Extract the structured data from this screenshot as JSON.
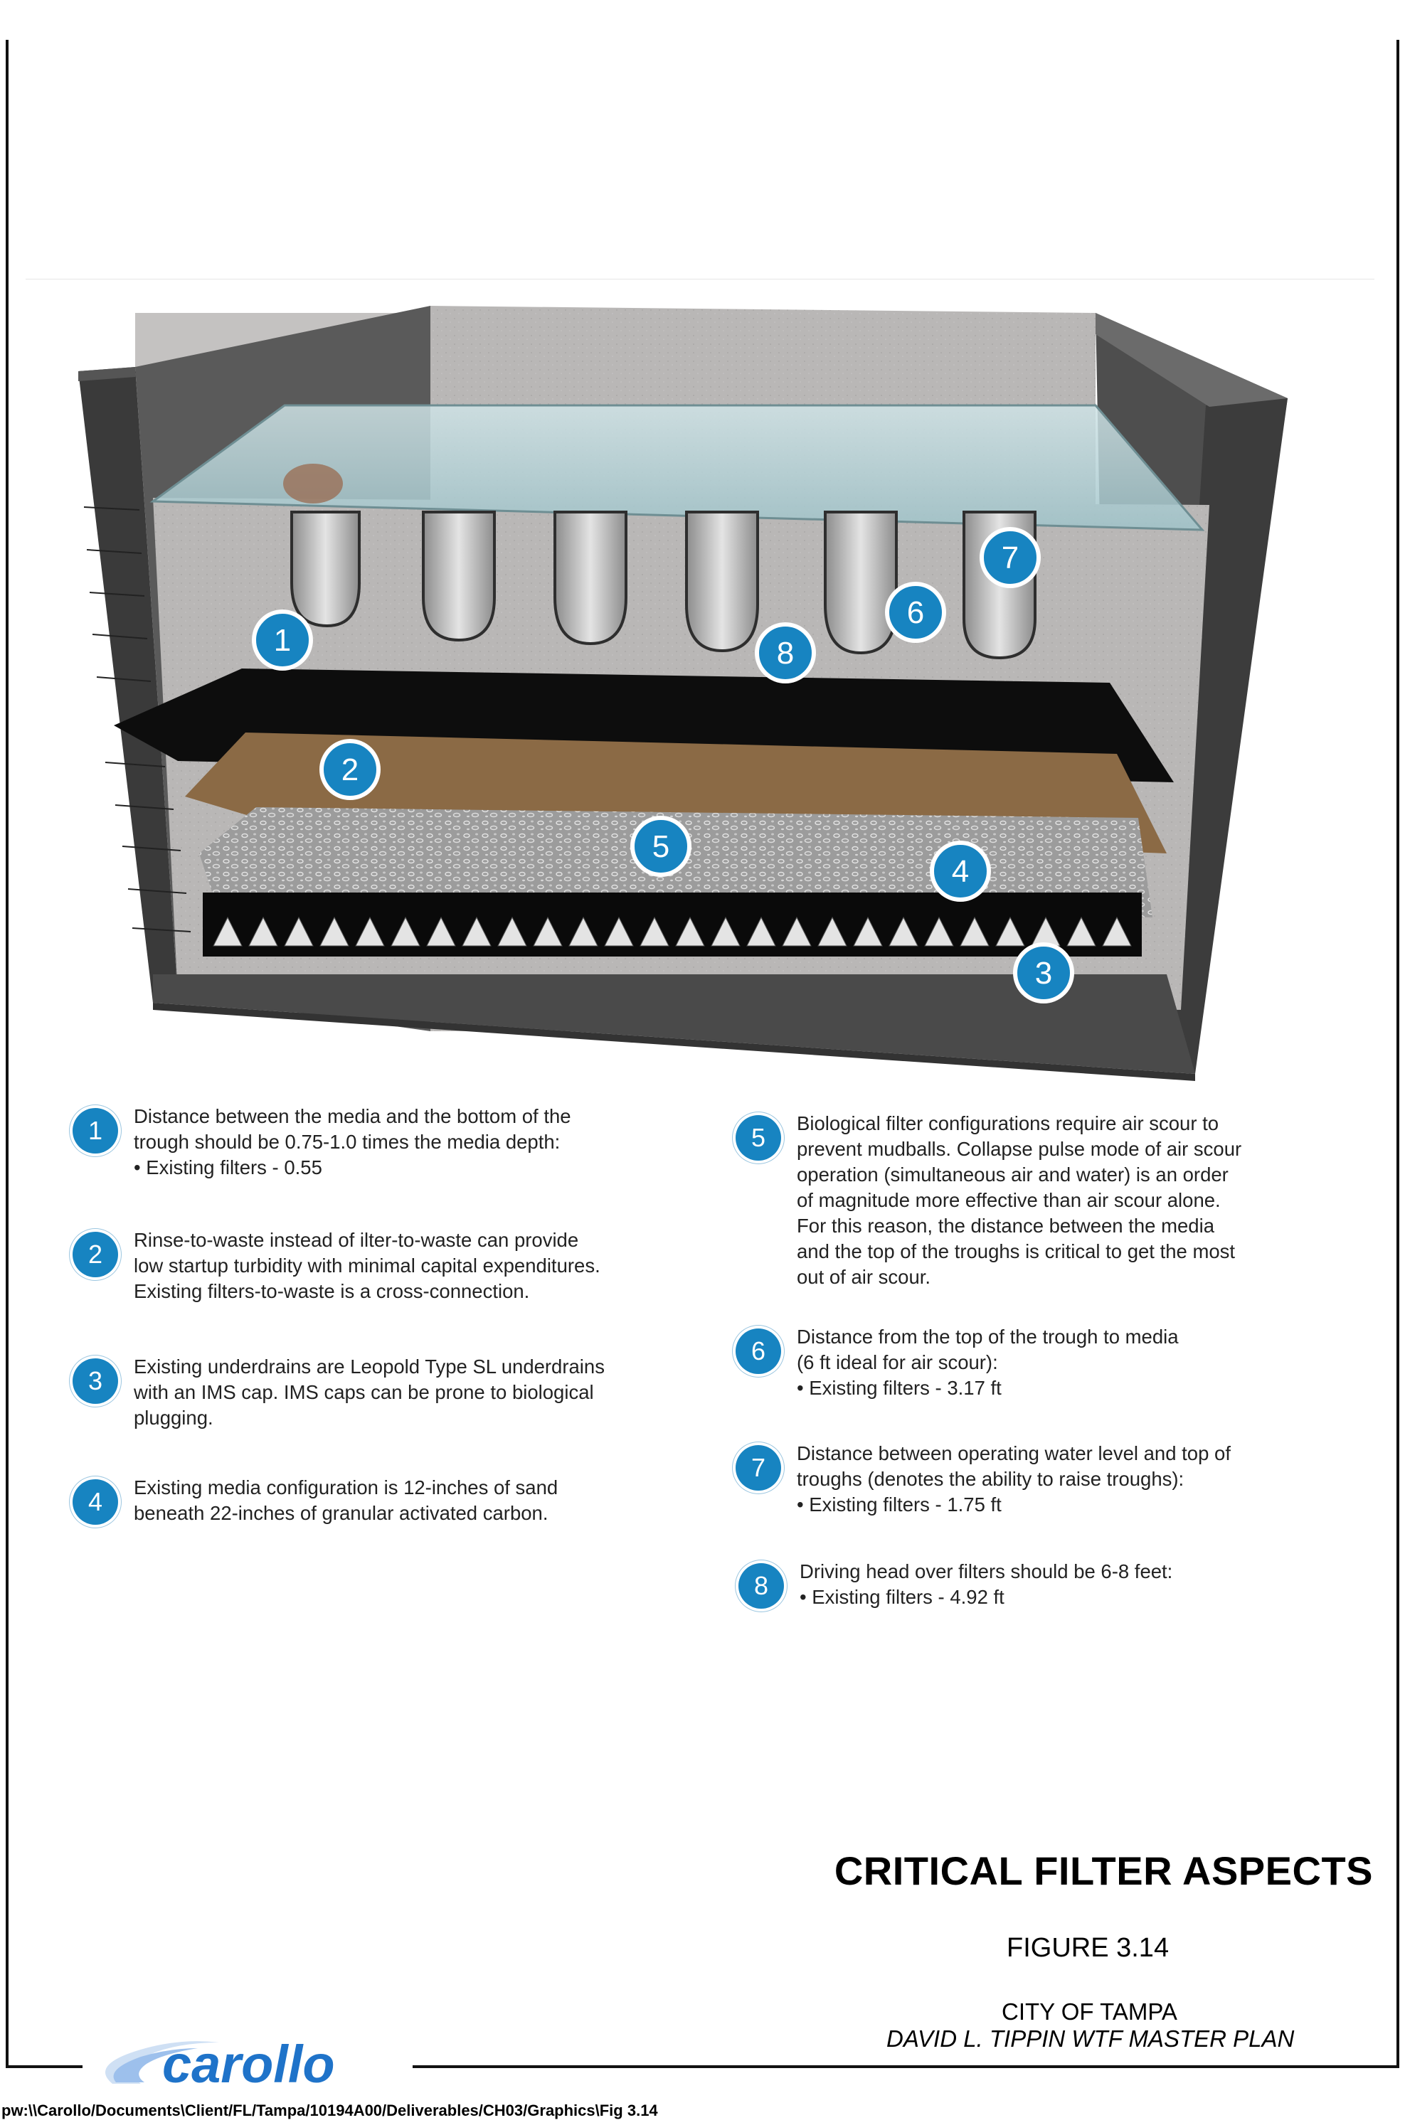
{
  "diagram": {
    "callouts": [
      "1",
      "2",
      "3",
      "4",
      "5",
      "6",
      "7",
      "8"
    ]
  },
  "notes": {
    "n1": {
      "num": "1",
      "lines": [
        "Distance between the media and the bottom of the",
        "trough should be 0.75-1.0 times the media depth:",
        "• Existing filters - 0.55"
      ]
    },
    "n2": {
      "num": "2",
      "lines": [
        "Rinse-to-waste instead of ilter-to-waste can provide",
        "low startup turbidity with minimal capital expenditures.",
        "Existing filters-to-waste is a cross-connection."
      ]
    },
    "n3": {
      "num": "3",
      "lines": [
        "Existing underdrains are Leopold Type SL underdrains",
        "with an IMS cap. IMS caps can be prone to biological",
        "plugging."
      ]
    },
    "n4": {
      "num": "4",
      "lines": [
        "Existing media configuration is 12-inches of sand",
        "beneath 22-inches of granular activated carbon."
      ]
    },
    "n5": {
      "num": "5",
      "lines": [
        "Biological filter configurations require air scour to",
        "prevent mudballs. Collapse pulse mode of air scour",
        "operation (simultaneous air and water) is an order",
        "of magnitude more effective than air scour alone.",
        "For this reason, the distance between the media",
        "and the top of the troughs is critical to get the most",
        "out of air scour."
      ]
    },
    "n6": {
      "num": "6",
      "lines": [
        "Distance from the top of the trough to media",
        "(6 ft ideal for air scour):",
        "• Existing filters - 3.17 ft"
      ]
    },
    "n7": {
      "num": "7",
      "lines": [
        "Distance between operating water level and top of",
        "troughs (denotes the ability to raise troughs):",
        "• Existing filters - 1.75 ft"
      ]
    },
    "n8": {
      "num": "8",
      "lines": [
        "Driving head over filters should be 6-8 feet:",
        "• Existing filters - 4.92 ft"
      ]
    }
  },
  "title_block": {
    "title": "CRITICAL FILTER ASPECTS",
    "figure": "FIGURE 3.14",
    "city": "CITY OF TAMPA",
    "plan": "DAVID L. TIPPIN WTF MASTER PLAN",
    "logo_text": "carollo"
  },
  "file_path": "pw:\\\\Carollo/Documents\\Client/FL/Tampa/10194A00/Deliverables/CH03/Graphics\\Fig 3.14",
  "colors": {
    "accent": "#1784c1",
    "sand": "#8b6a45",
    "gac": "#101010",
    "logo": "#1f73c9"
  }
}
